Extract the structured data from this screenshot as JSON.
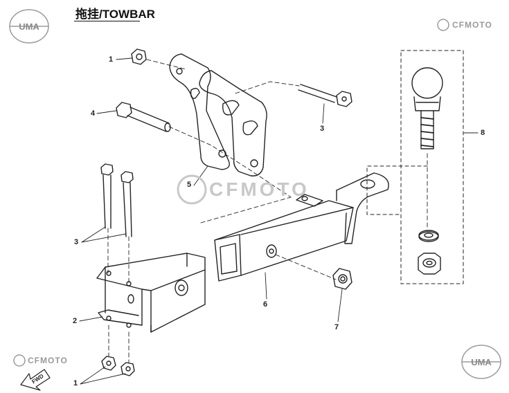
{
  "header": {
    "title": "拖挂/TOWBAR"
  },
  "logos": {
    "uma": "UMA",
    "cfmoto": "CFMOTO",
    "fwd": "FWD"
  },
  "callouts": [
    {
      "id": "1",
      "label": "1"
    },
    {
      "id": "4",
      "label": "4"
    },
    {
      "id": "3",
      "label": "3"
    },
    {
      "id": "5",
      "label": "5"
    },
    {
      "id": "8",
      "label": "8"
    },
    {
      "id": "3b",
      "label": "3"
    },
    {
      "id": "2",
      "label": "2"
    },
    {
      "id": "6",
      "label": "6"
    },
    {
      "id": "7",
      "label": "7"
    },
    {
      "id": "1b",
      "label": "1"
    }
  ]
}
